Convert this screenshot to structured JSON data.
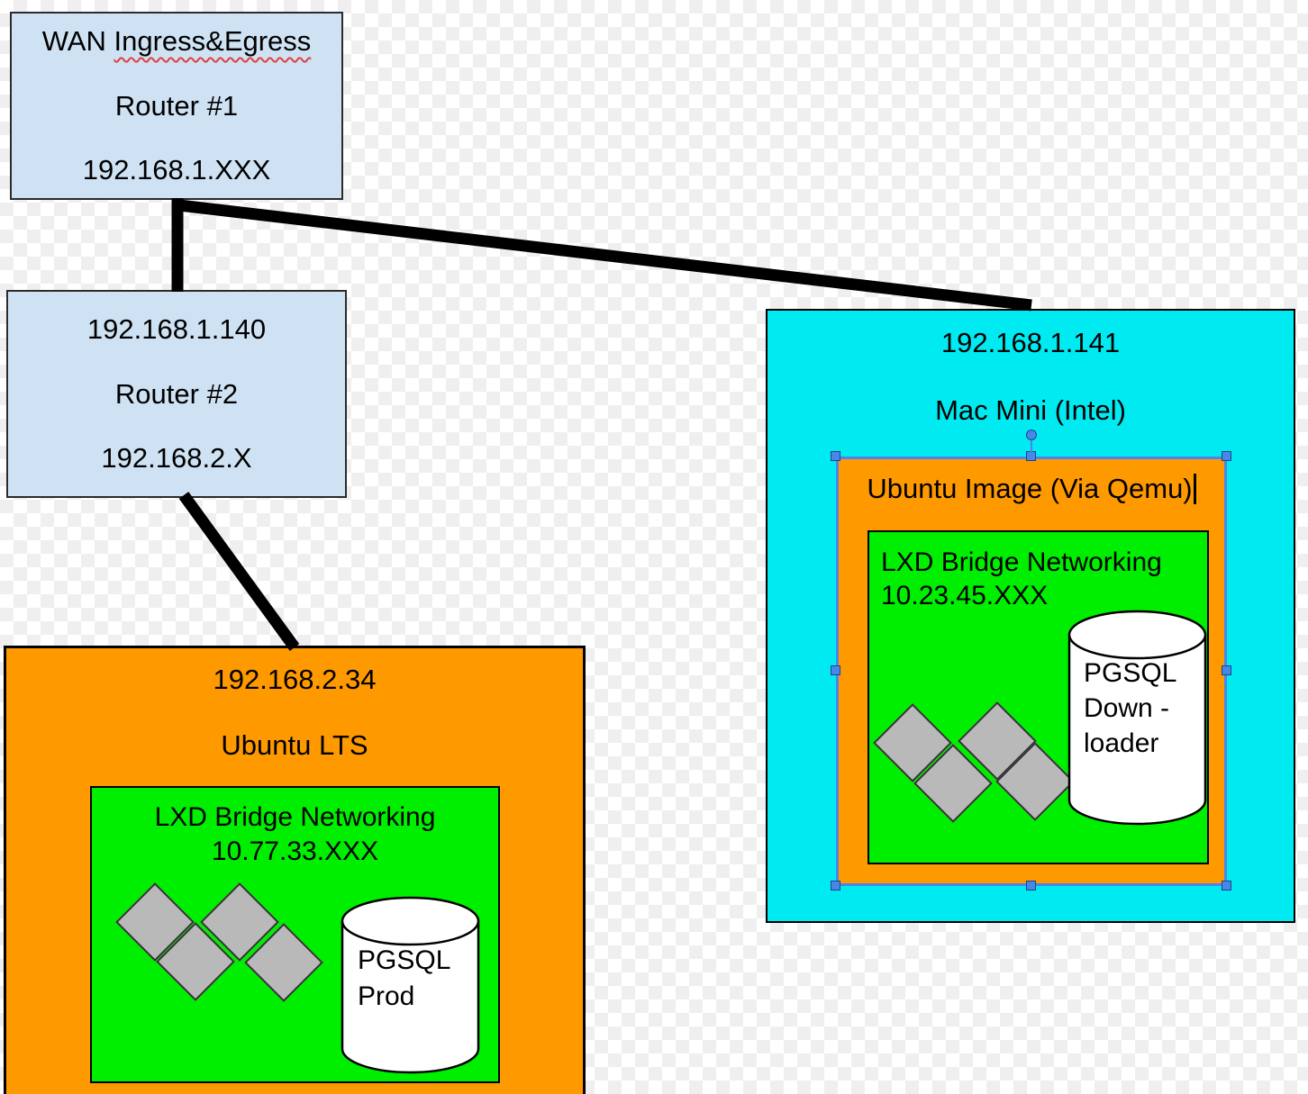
{
  "colors": {
    "light_blue_box": "#cfe2f3",
    "orange": "#ff9900",
    "green": "#00ef00",
    "cyan": "#00eaf2",
    "diamond_gray": "#b9b9b9",
    "selection_blue": "#4a86e8",
    "connector": "#000000",
    "spellcheck_red": "#e04040"
  },
  "router1": {
    "title_prefix": "WAN ",
    "title_word": "Ingress&Egress",
    "name": "Router #1",
    "ip": "192.168.1.XXX"
  },
  "router2": {
    "ip": "192.168.1.140",
    "name": "Router #2",
    "lan": "192.168.2.X"
  },
  "ubuntu_host": {
    "ip": "192.168.2.34",
    "name": "Ubuntu LTS",
    "bridge": {
      "title": "LXD Bridge Networking",
      "subnet": "10.77.33.XXX"
    },
    "database": {
      "line1": "PGSQL",
      "line2": "Prod"
    }
  },
  "mac_host": {
    "ip": "192.168.1.141",
    "name": "Mac Mini (Intel)",
    "vm_title": "Ubuntu Image (Via Qemu)",
    "bridge": {
      "title": "LXD Bridge Networking",
      "subnet": "10.23.45.XXX"
    },
    "database": {
      "line1": "PGSQL",
      "line2": "Down -",
      "line3": "loader"
    }
  }
}
